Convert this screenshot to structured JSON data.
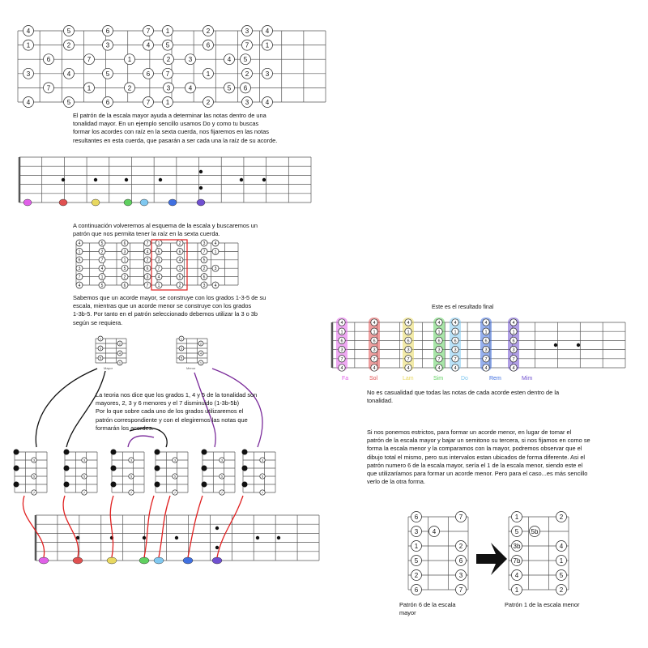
{
  "paragraphs": {
    "intro": "El patrón de la escala mayor ayuda a determinar las notas dentro de una\ntonalidad mayor. En un ejemplo sencillo usamos Do y como tu buscas\nformar los acordes con raíz en la sexta cuerda, nos fijaremos en las notas\nresultantes en esta cuerda, que pasarán a ser cada una la raíz de su acorde.",
    "continuation": "A continuación volveremos al esquema de la escala y buscaremos un\npatrón que nos permita tener la raíz en la sexta cuerda.",
    "major_chord": "Sabemos que un acorde mayor, se construye con los grados 1-3-5 de su\nescala, mientras que un acorde menor se construye con los grados\n1-3b-5. Por tanto en el patrón seleccionado debemos utilizar la 3 o 3b\nsegún se requiera.",
    "theory": "La teoria nos dice que los grados 1, 4 y 5 de la tonalidad son\nmayores, 2, 3 y 6 menores y el 7 disminuido (1-3b-5b)\nPor lo que sobre cada uno de los grados utilizaremos el\npatrón correspondiente y con el elegiremos las notas que\nformarán los acordes.",
    "result_title": "Este es el resultado final",
    "coincidence": "No es casualidad que todas las notas de cada acorde esten dentro de la\ntonalidad.",
    "strict": "Si nos ponemos estrictos, para formar un acorde menor, en lugar de tomar el\npatrón de la escala mayor y bajar un semitono su tercera, si nos fijamos en como se\nforma la escala menor y la comparamos con la mayor, podremos observar que el\ndibujo total el mismo, pero sus intervalos estan ubicados de forma diferente. Asi el\npatrón numero 6 de la escala mayor, sería el 1 de la escala menor, siendo este el\nque utilizaríamos para formar un acorde menor. Pero para el caso...es más sencillo\nverlo de la otra forma.",
    "caption_major": "Patrón 6 de la escala\nmayor",
    "caption_minor": "Patrón 1 de la escala menor"
  },
  "small_labels": {
    "mayor": "Mayor",
    "menor": "Menor"
  },
  "chord_names": [
    "Fa",
    "Sol",
    "Lam",
    "Sim",
    "Do",
    "Rem",
    "Mim"
  ],
  "chord_colors": [
    "#e060e8",
    "#e05050",
    "#e8d860",
    "#60d060",
    "#80c8f0",
    "#4070e0",
    "#7050d0"
  ],
  "accent_colors": {
    "highlight_box": "#e02020",
    "arrow_red": "#e02020",
    "arrow_purple": "#7a2a9a",
    "arrow_black": "#111111"
  },
  "scale_pattern": {
    "note": "columns of degree circles per string group",
    "top_row": [
      "4",
      "5",
      "6",
      "7",
      "1",
      "2",
      "3",
      "4"
    ],
    "rows": [
      [
        "4",
        "5",
        "6",
        "7",
        "1",
        "2",
        "3",
        "4"
      ],
      [
        "1",
        "2",
        "3",
        "4",
        "5",
        "6",
        "7",
        "1"
      ],
      [
        "6",
        "7",
        "1",
        "2",
        "3",
        "4",
        "5"
      ],
      [
        "3",
        "4",
        "5",
        "6",
        "7",
        "1",
        "2",
        "3"
      ],
      [
        "7",
        "1",
        "2",
        "3",
        "4",
        "5",
        "6"
      ],
      [
        "4",
        "5",
        "6",
        "7",
        "1",
        "2",
        "3",
        "4"
      ]
    ]
  },
  "pattern_major_6": [
    "6",
    "7",
    "3",
    "4",
    "1",
    "2",
    "5",
    "6",
    "2",
    "3",
    "6",
    "7"
  ],
  "pattern_minor_1": [
    "1",
    "2",
    "5",
    "5b",
    "3b",
    "4",
    "7b",
    "1",
    "4",
    "5",
    "1",
    "2"
  ]
}
